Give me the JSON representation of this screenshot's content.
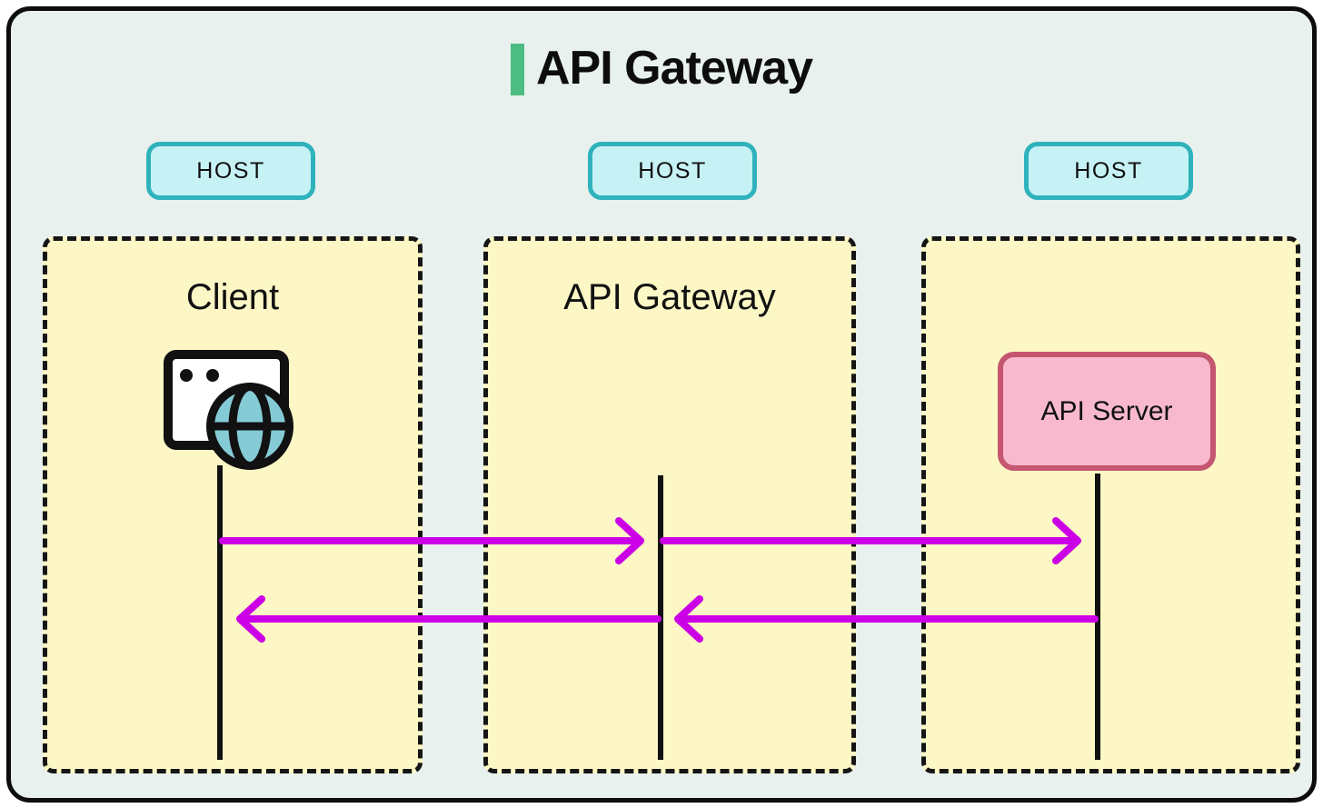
{
  "header": {
    "title": "API Gateway",
    "accent_color": "#4cbc82"
  },
  "hosts": [
    {
      "label": "HOST"
    },
    {
      "label": "HOST"
    },
    {
      "label": "HOST"
    }
  ],
  "columns": [
    {
      "box_label": "Client",
      "icon": "browser-globe-icon"
    },
    {
      "box_label": "API Gateway"
    },
    {
      "box_label": "",
      "server_box_label": "API Server"
    }
  ],
  "diagram": {
    "type": "sequence",
    "arrow_color": "#cc00e6",
    "lifeline_color": "#111111",
    "connections": [
      {
        "from": "Client",
        "to": "API Gateway",
        "direction": "right"
      },
      {
        "from": "API Gateway",
        "to": "API Server",
        "direction": "right"
      },
      {
        "from": "API Server",
        "to": "API Gateway",
        "direction": "left"
      },
      {
        "from": "API Gateway",
        "to": "Client",
        "direction": "left"
      }
    ]
  },
  "colors": {
    "frame_background": "#e8f1ee",
    "frame_border": "#0d0d0d",
    "box_fill": "#fcf7c5",
    "host_fill": "#c7f2f5",
    "host_border": "#2fb2bc",
    "server_fill": "#f8b9ce",
    "server_border": "#c4566f",
    "globe_fill": "#85cbd6"
  }
}
